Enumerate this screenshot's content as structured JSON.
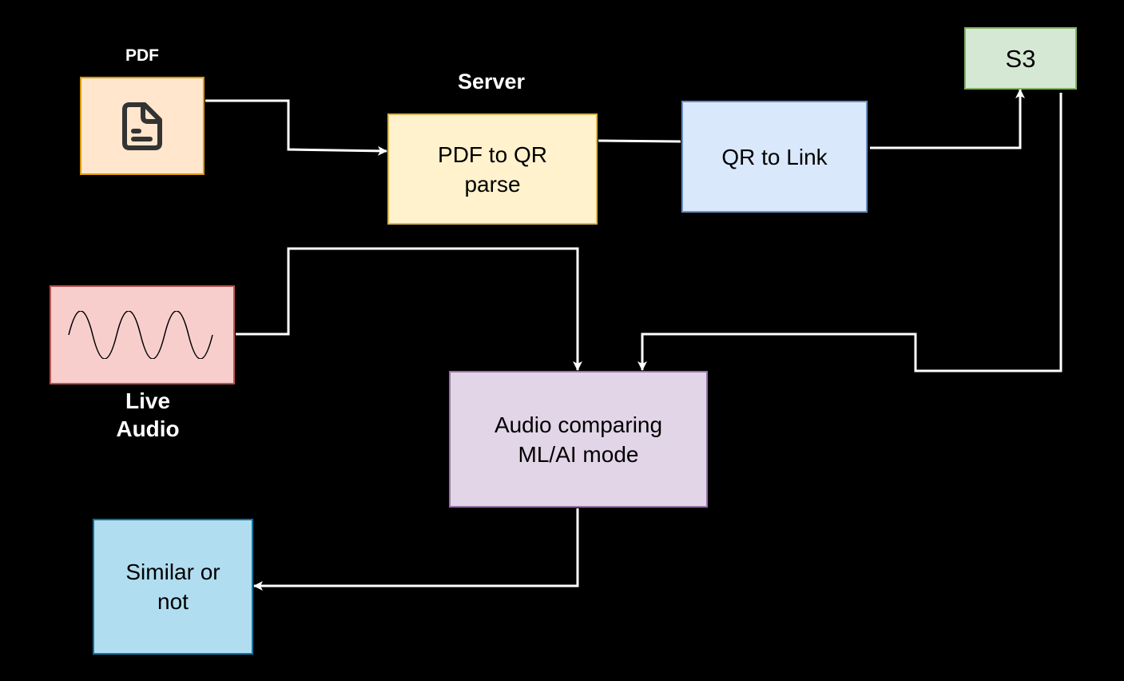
{
  "diagram": {
    "labels": {
      "pdf": "PDF",
      "server": "Server",
      "live_audio": "Live\nAudio"
    },
    "nodes": {
      "pdf_source": {
        "icon": "document-icon",
        "fill": "#ffe6cc",
        "stroke": "#d79b00"
      },
      "pdf_to_qr": {
        "text": "PDF to  QR\nparse",
        "fill": "#fff2cc",
        "stroke": "#d6b656"
      },
      "qr_to_link": {
        "text": "QR to Link",
        "fill": "#dae8fc",
        "stroke": "#6c8ebf"
      },
      "s3": {
        "text": "S3",
        "fill": "#d5e8d4",
        "stroke": "#82b366"
      },
      "live_audio_source": {
        "icon": "sine-wave-icon",
        "fill": "#f8cecc",
        "stroke": "#b85450"
      },
      "audio_compare": {
        "text": "Audio comparing\nML/AI mode",
        "fill": "#e1d5e7",
        "stroke": "#9673a6"
      },
      "result": {
        "text": "Similar or\nnot",
        "fill": "#b1ddf0",
        "stroke": "#10739e"
      }
    },
    "connector_color": "#ffffff"
  }
}
